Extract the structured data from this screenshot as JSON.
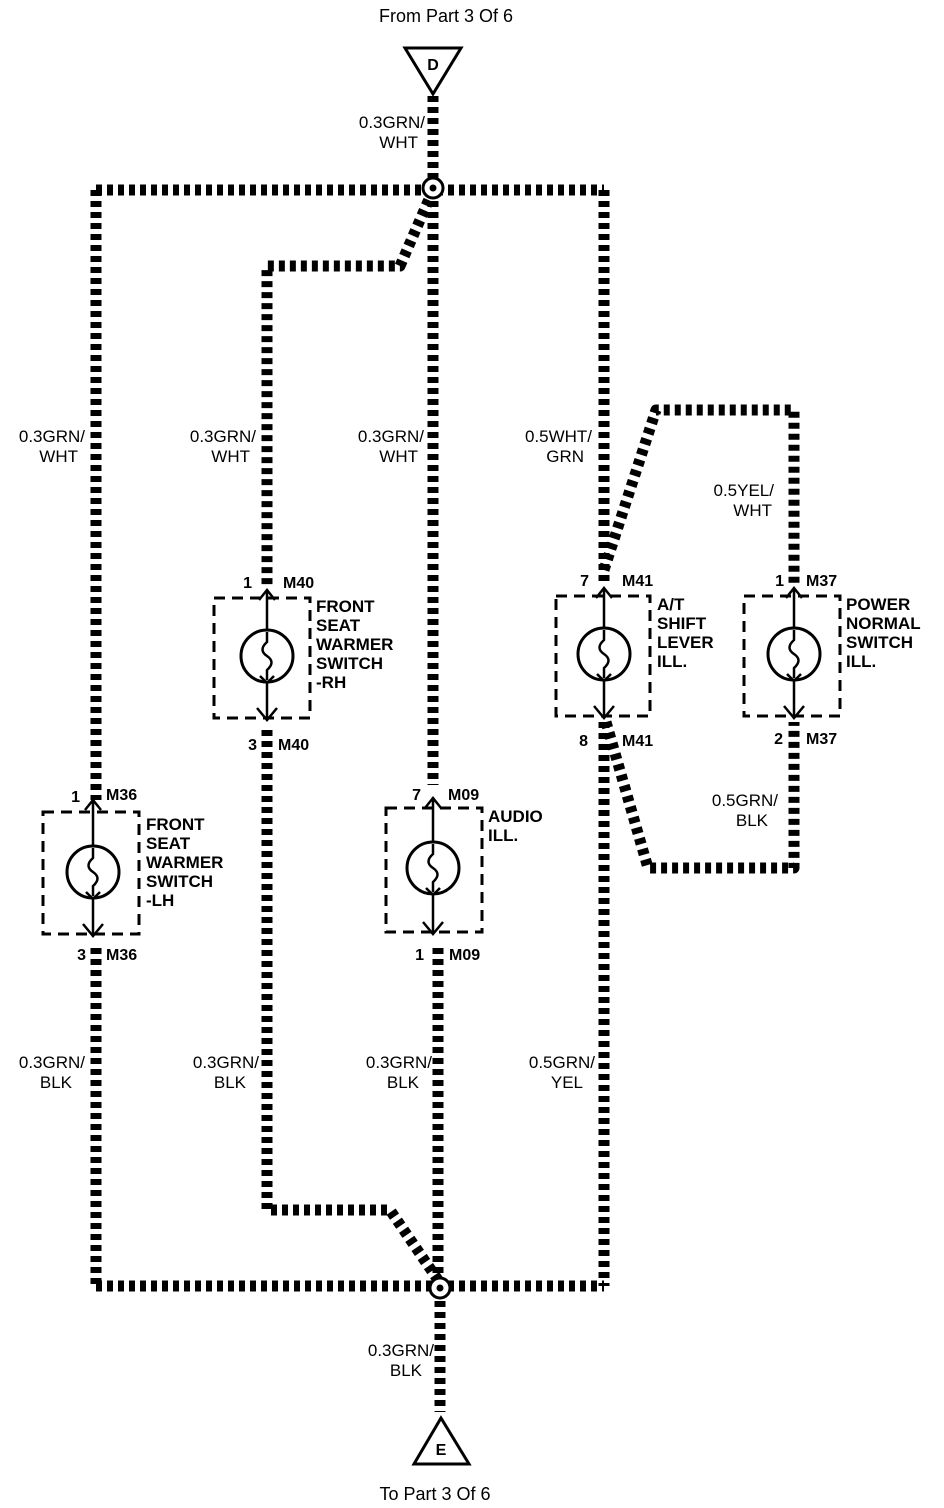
{
  "header": {
    "from": "From Part 3 Of 6",
    "to": "To Part 3 Of 6"
  },
  "connectors": {
    "top": "D",
    "bottom": "E"
  },
  "wires": {
    "top_feed": [
      "0.3GRN/",
      "WHT"
    ],
    "left_upper": [
      "0.3GRN/",
      "WHT"
    ],
    "rh_upper": [
      "0.3GRN/",
      "WHT"
    ],
    "center_upper": [
      "0.3GRN/",
      "WHT"
    ],
    "m41_upper": [
      "0.5WHT/",
      "GRN"
    ],
    "m37_upper": [
      "0.5YEL/",
      "WHT"
    ],
    "m37_lower": [
      "0.5GRN/",
      "BLK"
    ],
    "left_lower": [
      "0.3GRN/",
      "BLK"
    ],
    "rh_lower": [
      "0.3GRN/",
      "BLK"
    ],
    "center_lower": [
      "0.3GRN/",
      "BLK"
    ],
    "m41_lower": [
      "0.5GRN/",
      "YEL"
    ],
    "bottom_feed": [
      "0.3GRN/",
      "BLK"
    ]
  },
  "components": {
    "m40": {
      "pin_in": "1",
      "pin_out": "3",
      "connector": "M40",
      "label": [
        "FRONT",
        "SEAT",
        "WARMER",
        "SWITCH",
        "-RH"
      ]
    },
    "m41": {
      "pin_in": "7",
      "pin_out": "8",
      "connector": "M41",
      "label": [
        "A/T",
        "SHIFT",
        "LEVER",
        "ILL."
      ]
    },
    "m37": {
      "pin_in": "1",
      "pin_out": "2",
      "connector": "M37",
      "label": [
        "POWER",
        "NORMAL",
        "SWITCH",
        "ILL."
      ]
    },
    "m36": {
      "pin_in": "1",
      "pin_out": "3",
      "connector": "M36",
      "label": [
        "FRONT",
        "SEAT",
        "WARMER",
        "SWITCH",
        "-LH"
      ]
    },
    "m09": {
      "pin_in": "7",
      "pin_out": "1",
      "connector": "M09",
      "label": [
        "AUDIO",
        "ILL."
      ]
    }
  }
}
